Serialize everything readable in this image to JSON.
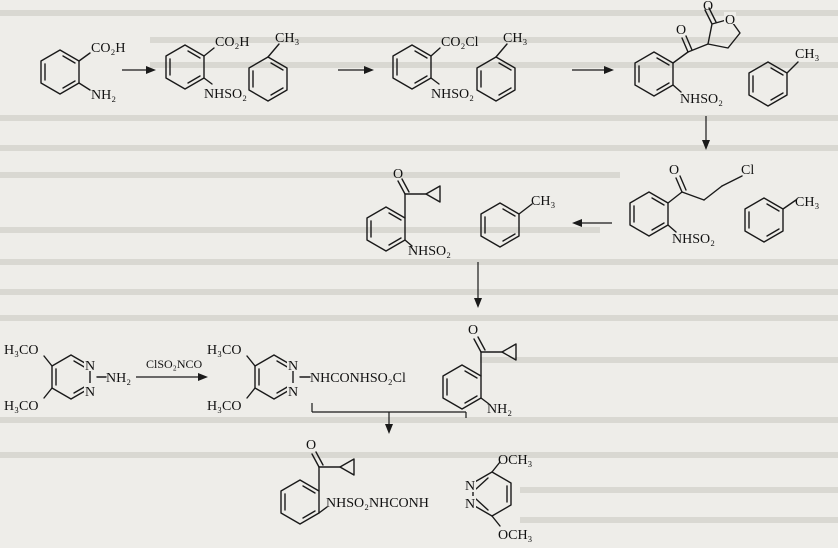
{
  "labels": {
    "co2h": "CO₂H",
    "cocl": "CO₂Cl",
    "nh2": "NH₂",
    "nhso2": "NHSO₂",
    "ch3": "CH₃",
    "o": "O",
    "cl": "Cl",
    "n": "N",
    "h3co": "H₃CO",
    "och3": "OCH₃",
    "sulfonylurea": "NHCONHSO₂Cl",
    "product_chain": "NHSO₂NHCONH"
  },
  "reagents": {
    "step_cso2nco": "ClSO₂NCO"
  }
}
